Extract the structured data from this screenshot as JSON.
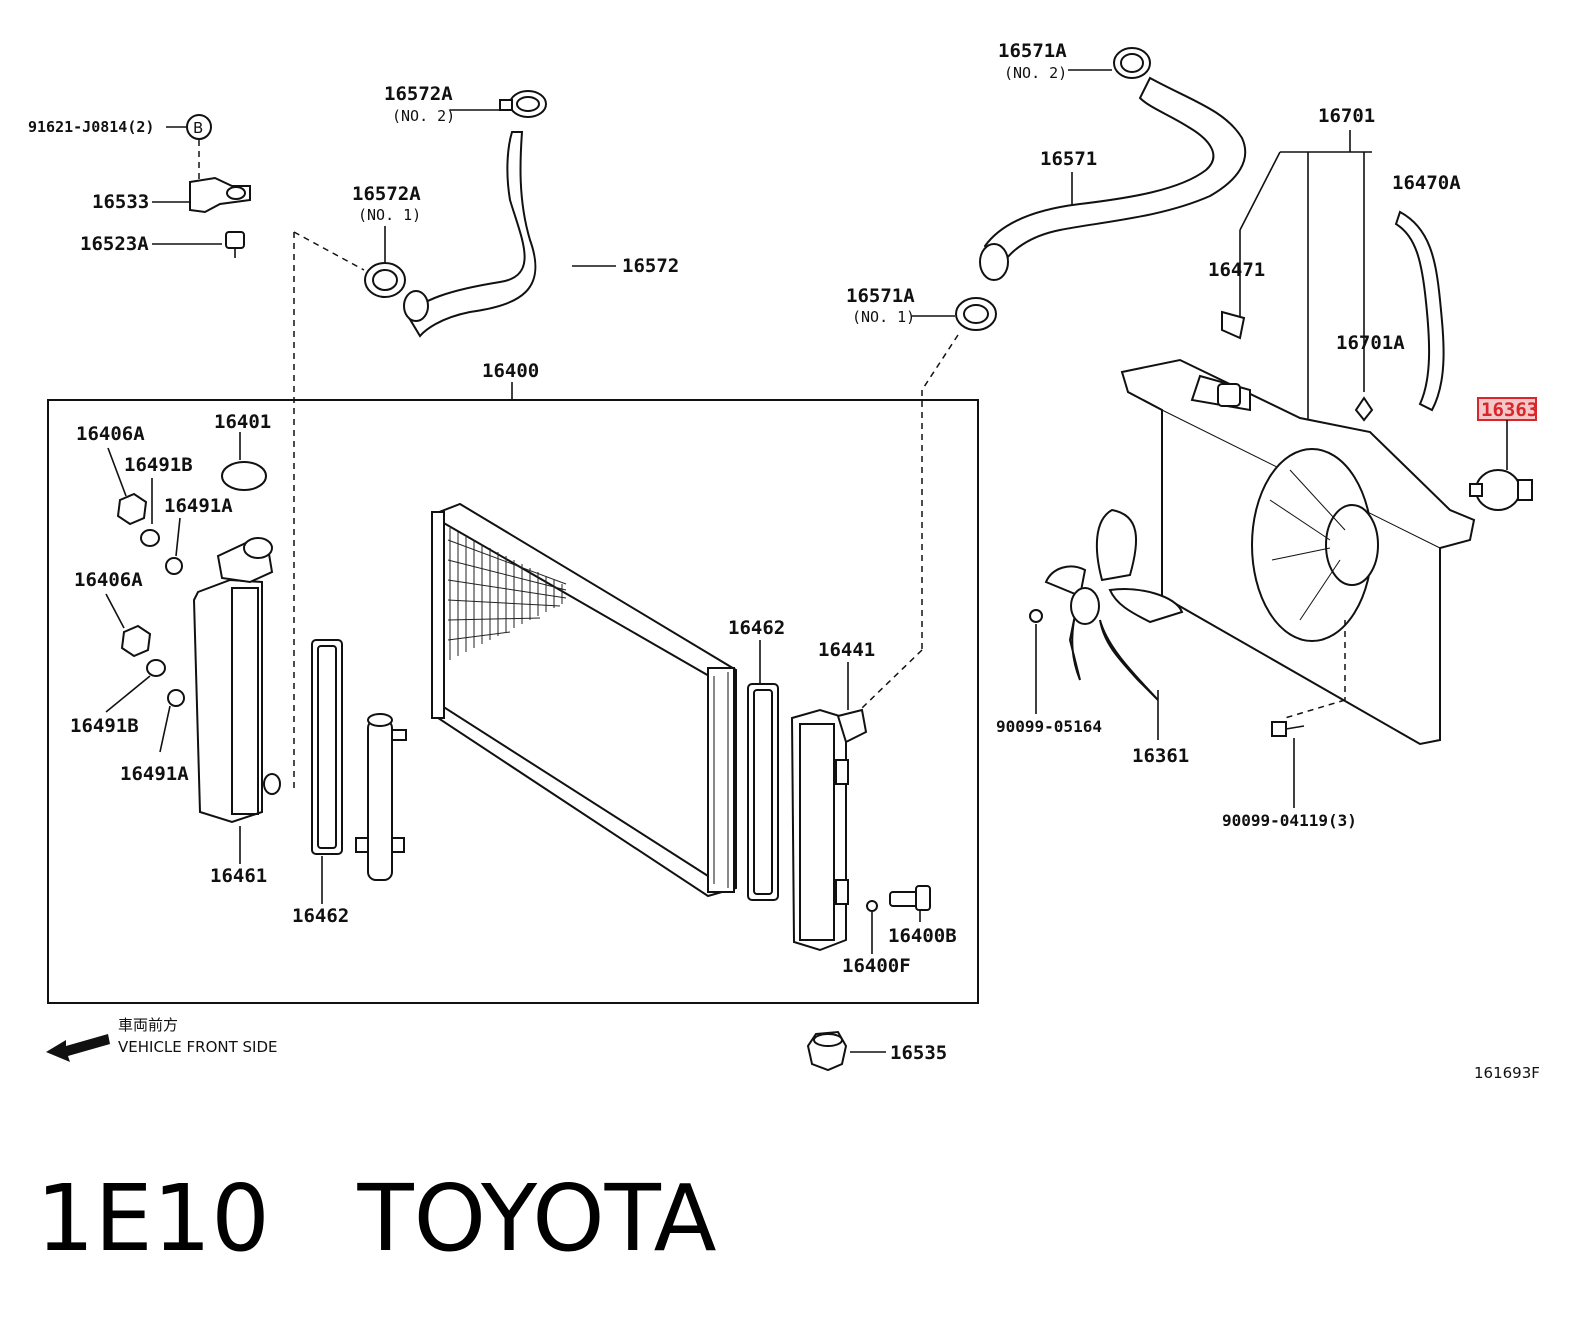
{
  "parts": {
    "p91621": "91621-J0814(2)",
    "b_mark": "B",
    "p16533": "16533",
    "p16523a": "16523A",
    "p16572a_2": "16572A",
    "p16572a_2_sub": "(NO. 2)",
    "p16572a_1": "16572A",
    "p16572a_1_sub": "(NO. 1)",
    "p16572": "16572",
    "p16571a_2": "16571A",
    "p16571a_2_sub": "(NO. 2)",
    "p16571": "16571",
    "p16571a_1": "16571A",
    "p16571a_1_sub": "(NO. 1)",
    "p16701": "16701",
    "p16470a": "16470A",
    "p16471": "16471",
    "p16701a": "16701A",
    "p16363": "16363",
    "p16400": "16400",
    "p16406a_top": "16406A",
    "p16401": "16401",
    "p16491b_top": "16491B",
    "p16491a_top": "16491A",
    "p16406a_bot": "16406A",
    "p16491b_bot": "16491B",
    "p16491a_bot": "16491A",
    "p16461": "16461",
    "p16462_left": "16462",
    "p16462_right": "16462",
    "p16441": "16441",
    "p16400b": "16400B",
    "p16400f": "16400F",
    "p90099_05164": "90099-05164",
    "p16361": "16361",
    "p90099_04119": "90099-04119(3)",
    "p16535": "16535"
  },
  "front_side": {
    "label_jp": "車両前方",
    "label_en": "VEHICLE FRONT SIDE"
  },
  "diagram_code": "161693F",
  "footer_title": "1E10   TOYOTA",
  "colors": {
    "highlight": "#d9262b",
    "ink": "#111111"
  }
}
